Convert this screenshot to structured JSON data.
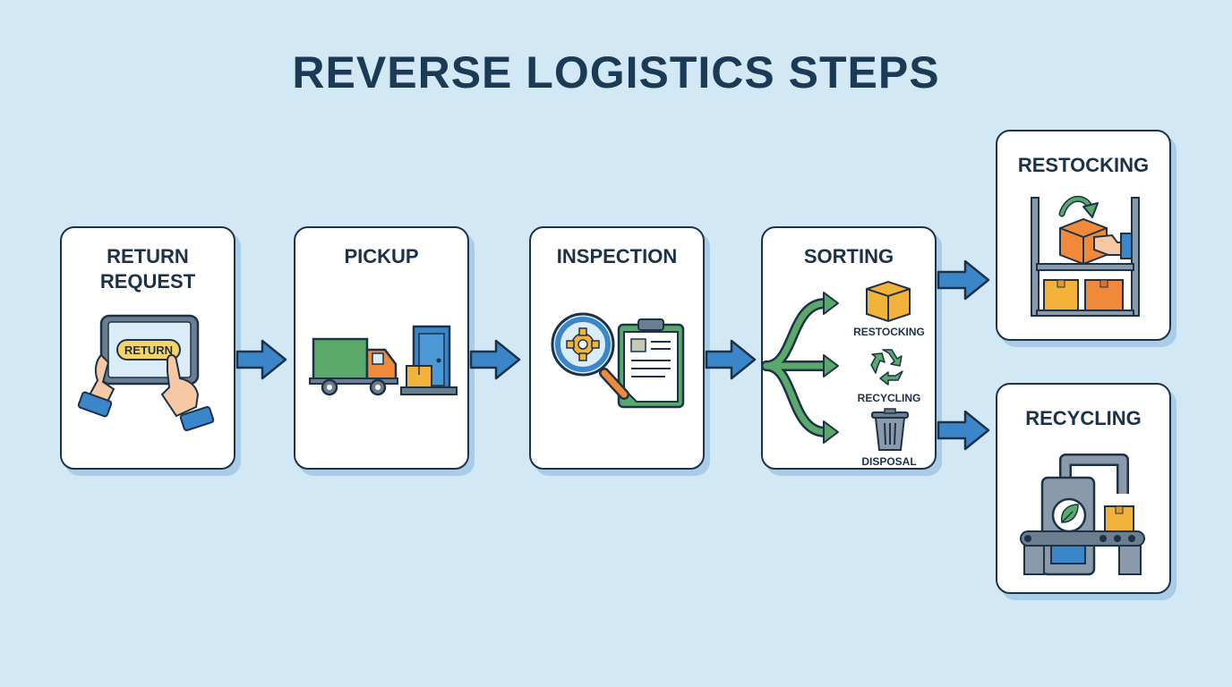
{
  "title": "REVERSE LOGISTICS STEPS",
  "steps": [
    {
      "title_line1": "RETURN",
      "title_line2": "REQUEST",
      "button_text": "RETURN"
    },
    {
      "title": "PICKUP"
    },
    {
      "title": "INSPECTION"
    },
    {
      "title": "SORTING",
      "branches": [
        "RESTOCKING",
        "RECYCLING",
        "DISPOSAL"
      ]
    }
  ],
  "outcomes": [
    {
      "title": "RESTOCKING"
    },
    {
      "title": "RECYCLING"
    }
  ],
  "colors": {
    "background": "#d3e8f5",
    "title": "#1b3a55",
    "outline": "#1c3249",
    "arrow": "#3b86c8",
    "branch_arrow": "#5aa86a",
    "box": "#f3b23a",
    "box_orange": "#f08a3a"
  },
  "icons": [
    "tablet-icon",
    "hand-icon",
    "truck-icon",
    "door-icon",
    "package-icon",
    "magnifier-gear-icon",
    "clipboard-icon",
    "recycle-icon",
    "trash-icon",
    "shelf-icon",
    "recycling-machine-icon",
    "leaf-icon"
  ]
}
